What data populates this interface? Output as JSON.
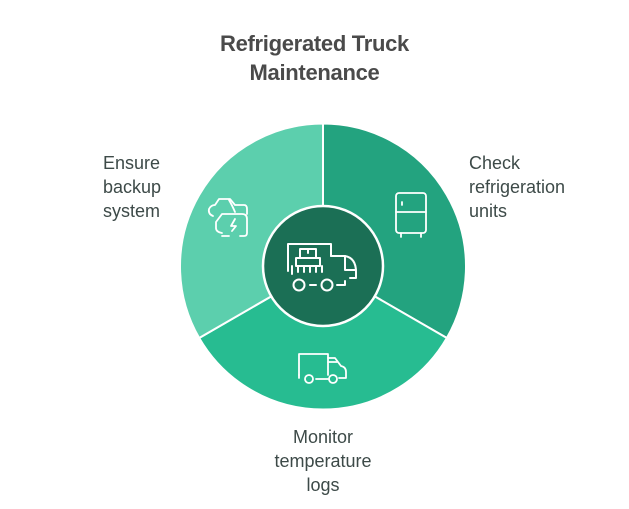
{
  "title": {
    "line1": "Refrigerated Truck",
    "line2": "Maintenance"
  },
  "center": {
    "icon": "delivery-truck-with-boxes-icon",
    "color": "#1b6f55"
  },
  "segments": [
    {
      "id": "check-refrigeration-units",
      "label_lines": [
        "Check",
        "refrigeration",
        "units"
      ],
      "icon": "refrigerator-icon",
      "color": "#23a37f"
    },
    {
      "id": "monitor-temperature-logs",
      "label_lines": [
        "Monitor",
        "temperature",
        "logs"
      ],
      "icon": "box-truck-icon",
      "color": "#27bc91"
    },
    {
      "id": "ensure-backup-system",
      "label_lines": [
        "Ensure",
        "backup",
        "system"
      ],
      "icon": "backup-electric-vehicles-icon",
      "color": "#5ccfad"
    }
  ]
}
